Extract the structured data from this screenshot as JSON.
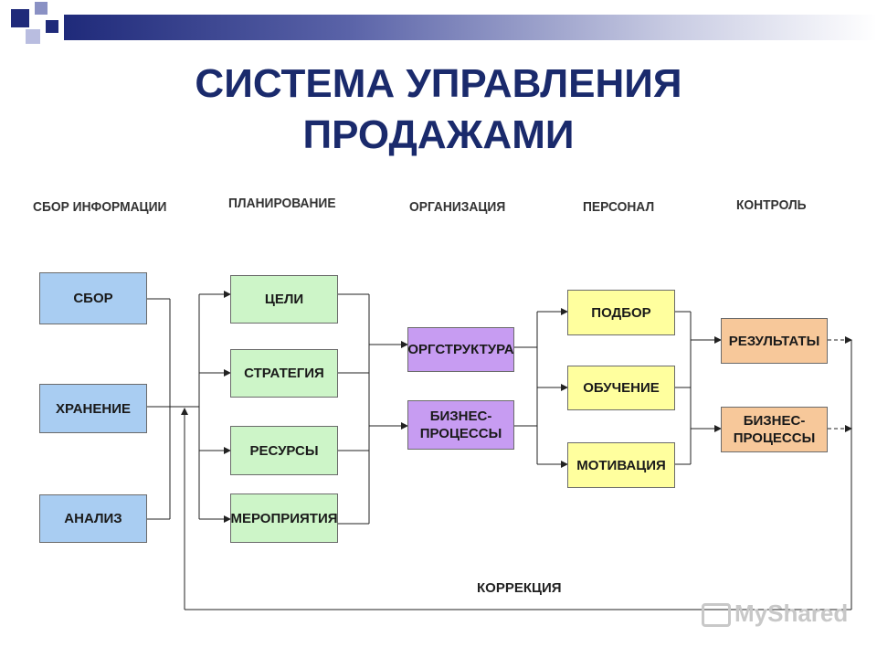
{
  "slide": {
    "title_line1": "СИСТЕМА УПРАВЛЕНИЯ",
    "title_line2": "ПРОДАЖАМИ",
    "accent_color": "#1a2a6c"
  },
  "columns": {
    "col1": "СБОР ИНФОРМАЦИИ",
    "col2": "ПЛАНИРОВАНИЕ",
    "col3": "ОРГАНИЗАЦИЯ",
    "col4": "ПЕРСОНАЛ",
    "col5": "КОНТРОЛЬ"
  },
  "boxes": {
    "sbor": "СБОР",
    "hranenie": "ХРАНЕНИЕ",
    "analiz": "АНАЛИЗ",
    "celi": "ЦЕЛИ",
    "strategiya": "СТРАТЕГИЯ",
    "resursy": "РЕСУРСЫ",
    "meropriyatiya": "МЕРОПРИЯТИЯ",
    "orgstruktura": "ОРГСТРУКТУРА",
    "biznes_processy_line1": "БИЗНЕС-",
    "biznes_processy_line2": "ПРОЦЕССЫ",
    "podbor": "ПОДБОР",
    "obuchenie": "ОБУЧЕНИЕ",
    "motivaciya": "МОТИВАЦИЯ",
    "rezultaty": "РЕЗУЛЬТАТЫ",
    "kontrol_biznes_line1": "БИЗНЕС-",
    "kontrol_biznes_line2": "ПРОЦЕССЫ"
  },
  "feedback_label": "КОРРЕКЦИЯ",
  "watermark": "MyShared",
  "colors": {
    "info": "#a9cdf2",
    "planning": "#cdf5c8",
    "organization": "#c79cf2",
    "personnel": "#ffff9e",
    "control": "#f7c89a"
  }
}
